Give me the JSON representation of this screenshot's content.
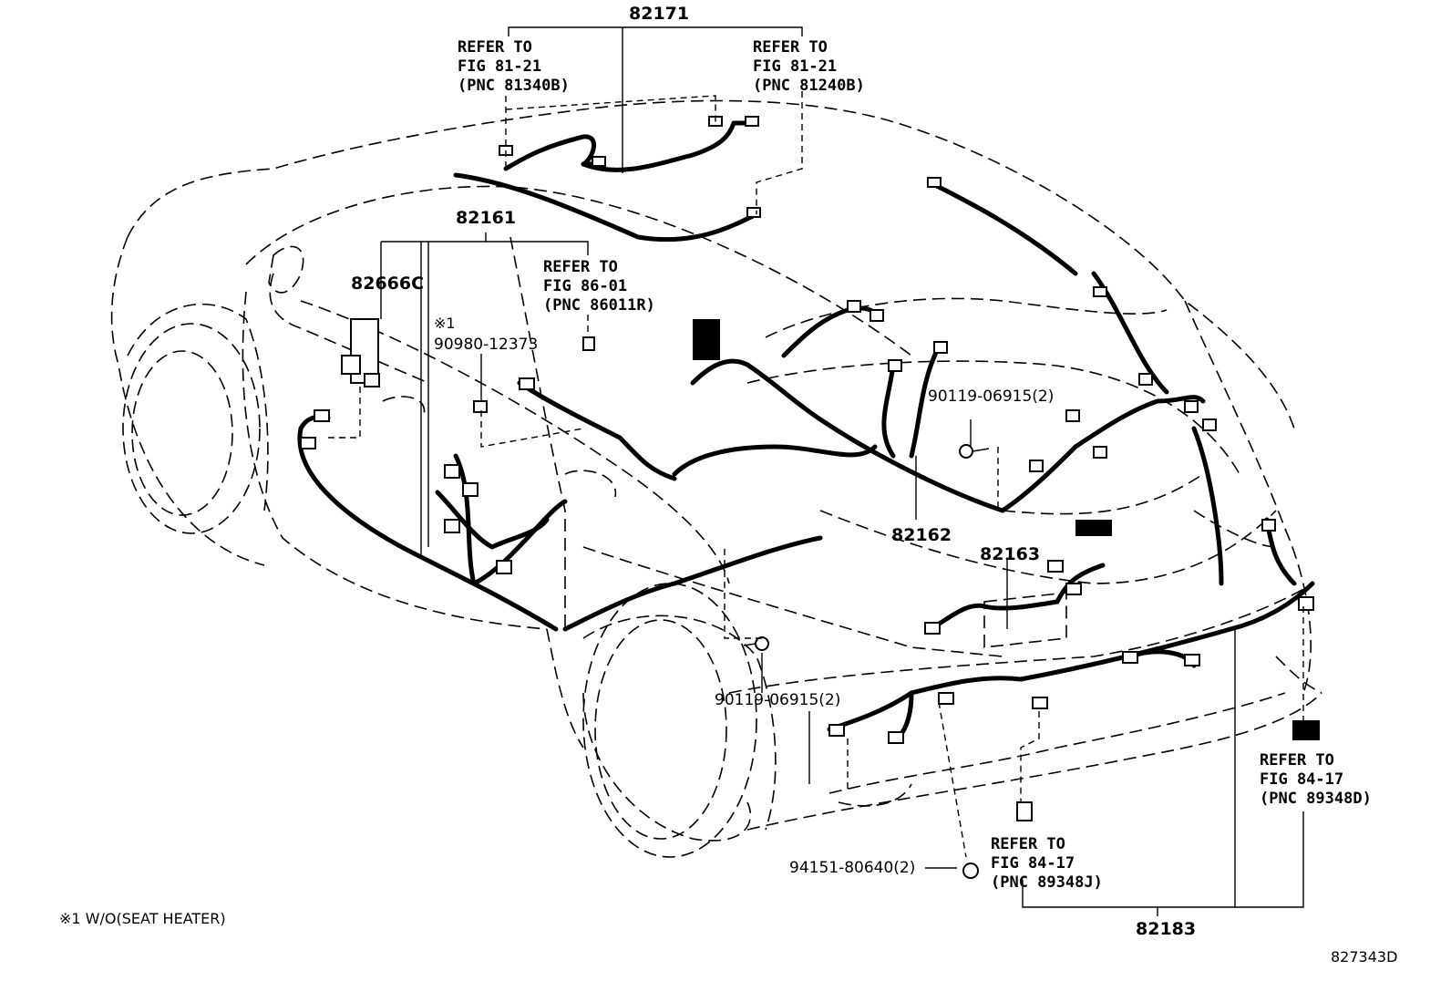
{
  "parts": {
    "p82171": "82171",
    "p82161": "82161",
    "p82666c": "82666C",
    "p82162": "82162",
    "p82163": "82163",
    "p82183": "82183",
    "bolt1": "90119-06915(2)",
    "bolt2": "90119-06915(2)",
    "clip": "90980-12373",
    "clip_mark": "※1",
    "nut": "94151-80640(2)"
  },
  "refs": {
    "ref1": "REFER TO\nFIG 81-21\n(PNC 81340B)",
    "ref2": "REFER TO\nFIG 81-21\n(PNC 81240B)",
    "ref3": "REFER TO\nFIG 86-01\n(PNC 86011R)",
    "ref4": "REFER TO\nFIG 84-17\n(PNC 89348D)",
    "ref5": "REFER TO\nFIG 84-17\n(PNC 89348J)"
  },
  "footnote": "※1 W/O(SEAT HEATER)",
  "figure_id": "827343D"
}
